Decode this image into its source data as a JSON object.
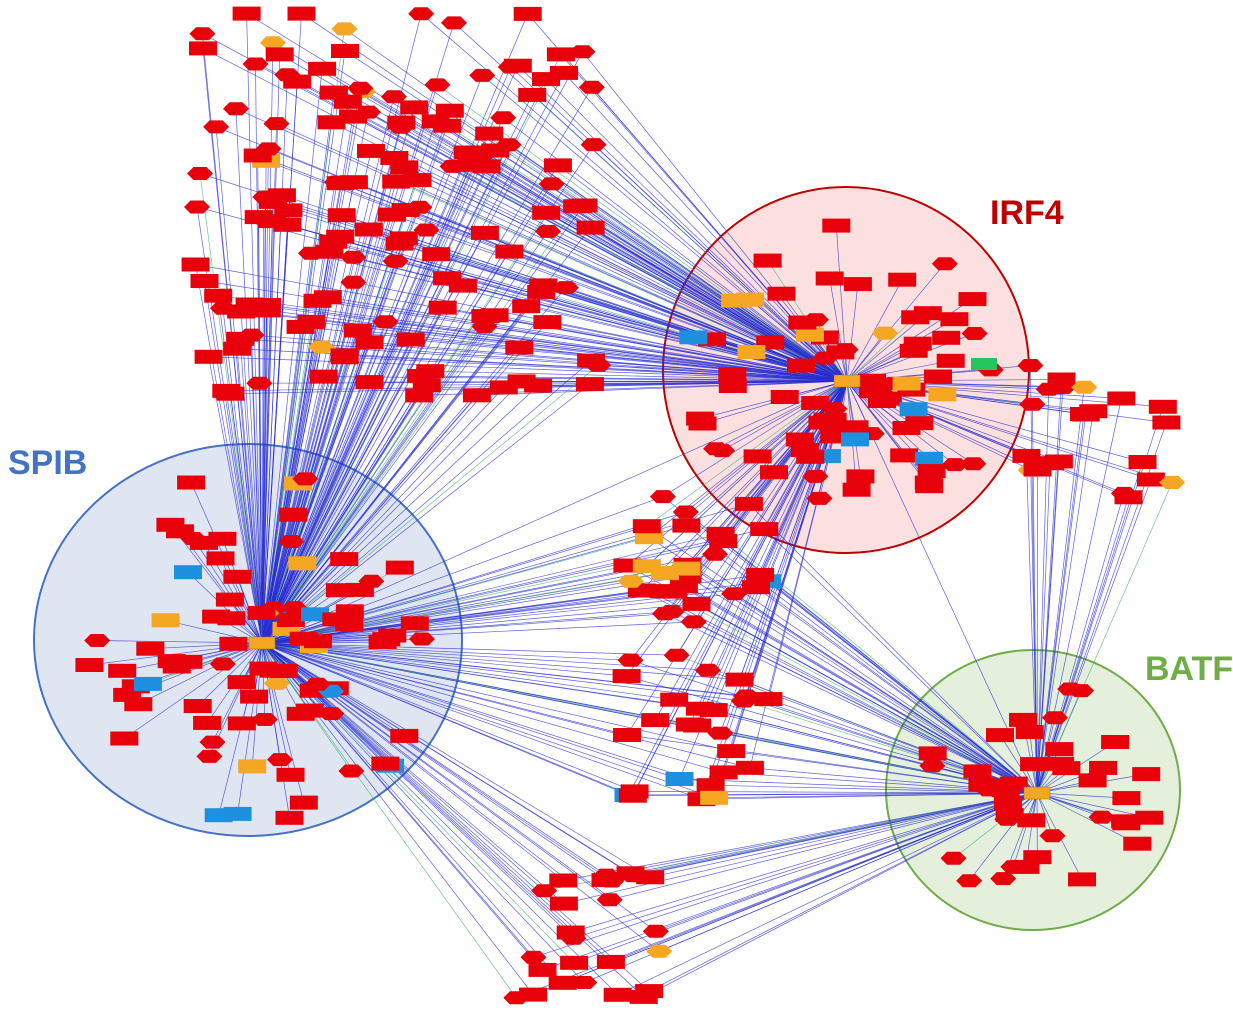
{
  "colors": {
    "spib": "#4472c4",
    "irf4": "#c00000",
    "batf": "#70ad47",
    "spib_fill": "#dfe6f2",
    "irf4_fill": "#fce0e0",
    "batf_fill": "#e5f0dc",
    "edge": "#2a2ed0",
    "edge_alt": "#3cb371",
    "node_red": "#e8000a",
    "node_orange": "#f5a623",
    "node_blue": "#1e90e0",
    "node_green": "#22c55e"
  },
  "clusters": [
    {
      "id": "spib",
      "label": "SPIB"
    },
    {
      "id": "irf4",
      "label": "IRF4"
    },
    {
      "id": "batf",
      "label": "BATF"
    }
  ]
}
